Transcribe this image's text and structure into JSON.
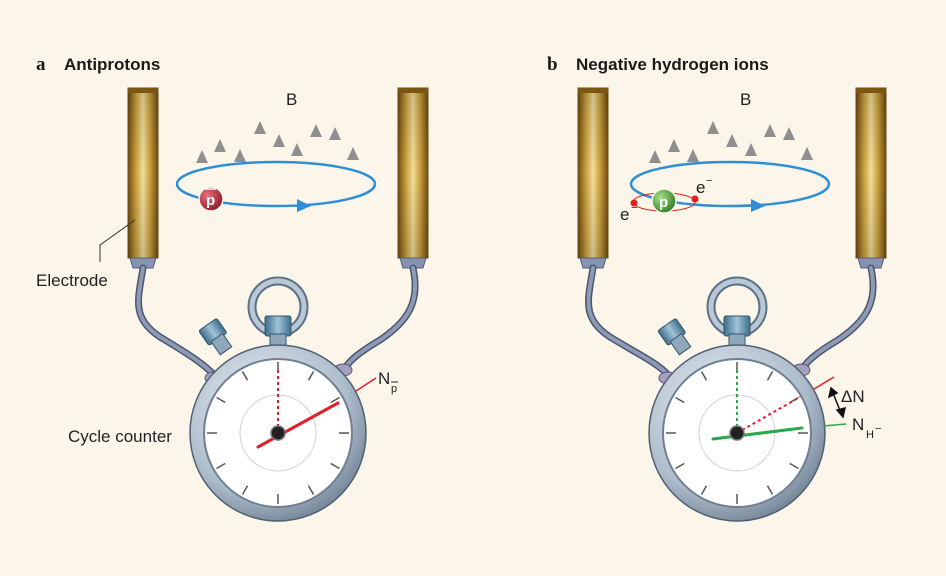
{
  "panel_a": {
    "letter": "a",
    "title": "Antiprotons",
    "field_label": "B",
    "particle_label": "p",
    "electrode_label": "Electrode",
    "counter_label": "Cycle counter",
    "reading_label": "N",
    "reading_sub": "p"
  },
  "panel_b": {
    "letter": "b",
    "title": "Negative hydrogen ions",
    "field_label": "B",
    "particle_label": "p",
    "electron_label_1": "e",
    "electron_label_2": "e",
    "electron_charge": "−",
    "delta_label": "ΔN",
    "reading_label": "N",
    "reading_sub": "H",
    "reading_sup": "−"
  },
  "colors": {
    "background": "#fbf6e9",
    "orbit": "#2e8fd6",
    "antiproton": "#b52a3c",
    "proton_ion": "#4aa63a",
    "electron": "#e02020",
    "field_line": "#a8a8a8",
    "electrode": "#b8922a",
    "hand_antiproton": "#e0202a",
    "hand_hydrogen": "#2aa84a"
  }
}
